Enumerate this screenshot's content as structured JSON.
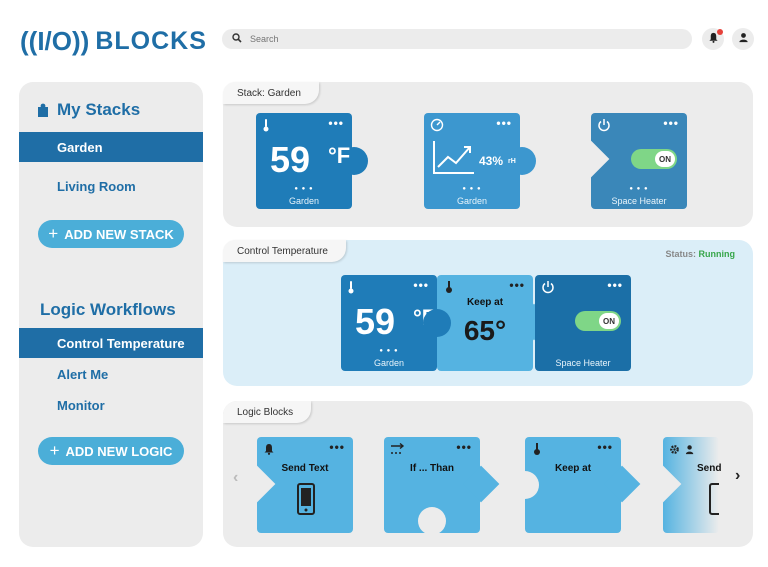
{
  "header": {
    "logo_mark": "((I/O))",
    "logo_text": "BLOCKS",
    "search_placeholder": "Search"
  },
  "sidebar": {
    "stacks_heading": "My Stacks",
    "stacks": [
      {
        "label": "Garden",
        "active": true
      },
      {
        "label": "Living Room",
        "active": false
      }
    ],
    "add_stack": "ADD NEW STACK",
    "workflows_heading": "Logic Workflows",
    "workflows": [
      {
        "label": "Control Temperature",
        "active": true
      },
      {
        "label": "Alert Me",
        "active": false
      },
      {
        "label": "Monitor",
        "active": false
      }
    ],
    "add_logic": "ADD NEW LOGIC"
  },
  "stack_panel": {
    "tab": "Stack: Garden",
    "tiles": [
      {
        "value": "59",
        "unit": "°F",
        "label": "Garden"
      },
      {
        "value": "43%",
        "unit": "rH",
        "label": "Garden"
      },
      {
        "toggle": "ON",
        "label": "Space Heater"
      }
    ]
  },
  "control_panel": {
    "tab": "Control Temperature",
    "status_label": "Status:",
    "status_value": "Running",
    "tiles": [
      {
        "value": "59",
        "unit": "°F",
        "label": "Garden"
      },
      {
        "title": "Keep at",
        "value": "65°"
      },
      {
        "toggle": "ON",
        "label": "Space Heater"
      }
    ]
  },
  "logic_panel": {
    "tab": "Logic Blocks",
    "blocks": [
      {
        "label": "Send Text"
      },
      {
        "label": "If ... Than"
      },
      {
        "label": "Keep at"
      },
      {
        "label": "Send"
      }
    ]
  },
  "colors": {
    "brand": "#1f6ea6",
    "accent": "#4baed8",
    "running": "#37a64a",
    "toggle_on": "#7fd687"
  }
}
